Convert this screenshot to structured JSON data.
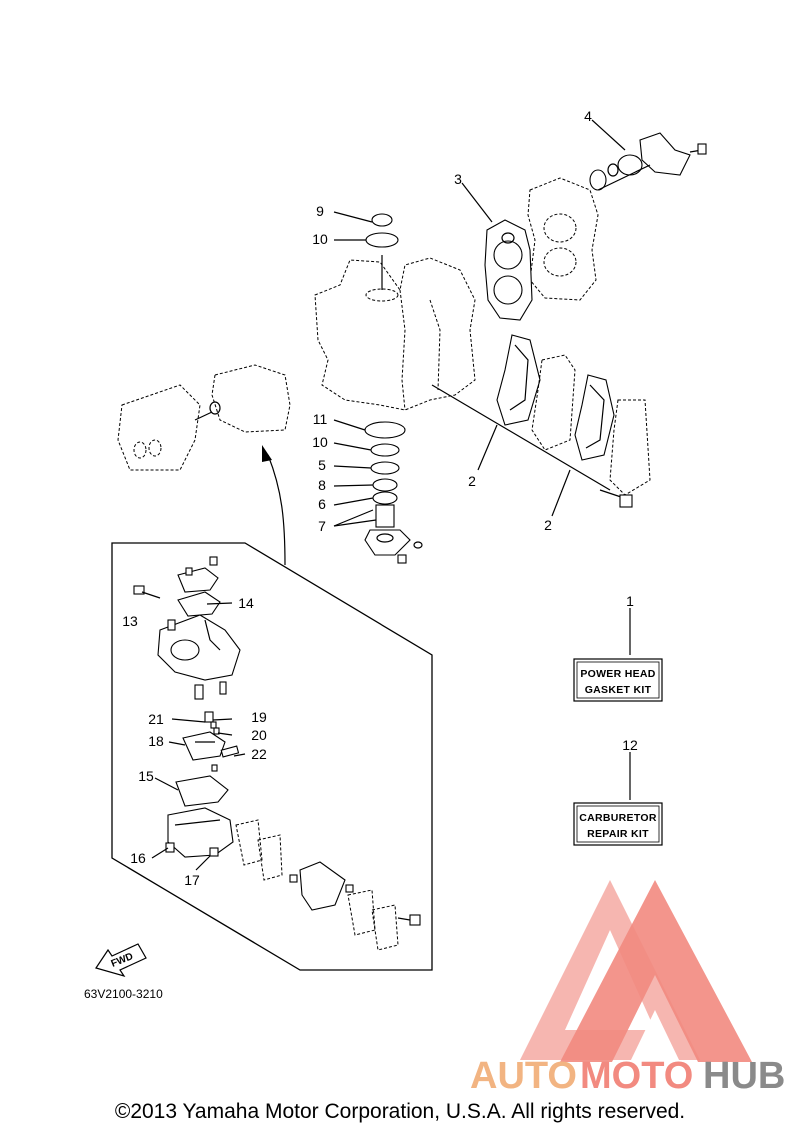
{
  "callouts": {
    "c1": "1",
    "c2a": "2",
    "c2b": "2",
    "c3": "3",
    "c4": "4",
    "c5": "5",
    "c6": "6",
    "c7": "7",
    "c8": "8",
    "c9": "9",
    "c10a": "10",
    "c10b": "10",
    "c11": "11",
    "c12": "12",
    "c13": "13",
    "c14": "14",
    "c15": "15",
    "c16": "16",
    "c17": "17",
    "c18": "18",
    "c19": "19",
    "c20": "20",
    "c21": "21",
    "c22": "22"
  },
  "kits": {
    "power_head_line1": "POWER HEAD",
    "power_head_line2": "GASKET KIT",
    "carburetor_line1": "CARBURETOR",
    "carburetor_line2": "REPAIR KIT"
  },
  "fwd_label": "FWD",
  "part_code": "63V2100-3210",
  "watermark": {
    "part1": "AUTO",
    "part2": "MOTO",
    "part3": "HUB",
    "colors": {
      "auto": "#f2b482",
      "moto": "#f28a80",
      "hub": "#8a8a8a",
      "logo": "#f28a80"
    }
  },
  "copyright": "©2013 Yamaha Motor Corporation, U.S.A. All rights reserved."
}
